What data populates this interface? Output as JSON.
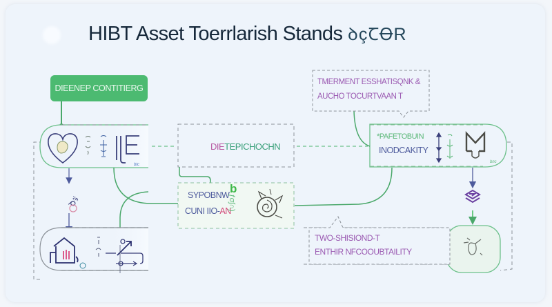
{
  "title": {
    "main": "HIBT Asset Toerrlarish Stands",
    "suffix": "ꝺçꞆꝊR"
  },
  "colors": {
    "background": "#eef4fb",
    "accent_green": "#4cba71",
    "line_green": "#4aa86a",
    "node_border_green": "#6cc08a",
    "dashed_gray": "#8c9299",
    "icon_navy": "#3a3f7a",
    "icon_purple": "#6a3fa0",
    "text_pink": "#b65aa2",
    "text_blue": "#4d5a9c"
  },
  "nodes": {
    "header_label": {
      "text": "DIEENEP CONTITIERG",
      "icon": "none"
    },
    "node_top_left": {
      "icons": [
        "heart-icon",
        "tuning-glyph-icon",
        "equation-glyph-icon",
        "letter-e-bracket-icon"
      ],
      "caption": "btc"
    },
    "node_center_top": {
      "text_a": "DIE",
      "text_b": "TEPICHOCHN"
    },
    "node_center_bottom": {
      "line1": "SYPOBNW",
      "line2_a": "CUNI IIO-",
      "line2_b": "AN",
      "glyph": "b",
      "icons": [
        "vertical-script-icon",
        "spiral-rose-icon"
      ]
    },
    "node_top_right": {
      "line1": "*PAFETOBUIN",
      "line2": "INODCAKITY",
      "icons": [
        "double-arrow-icon",
        "script-glyph-icon",
        "m-shield-icon"
      ],
      "caption": "bnc"
    },
    "node_bottom_left": {
      "icons": [
        "house-icon",
        "alert-bars-icon",
        "vertical-glyph-icon",
        "trend-arrow-icon",
        "flow-arrow-icon"
      ]
    },
    "node_bottom_right": {
      "icons": [
        "bulb-icon"
      ]
    },
    "layer_stack": {
      "icon": "layer-stack-icon"
    },
    "side_glyph": {
      "text": "ꝺ𝓏"
    }
  },
  "callouts": {
    "top": {
      "line1": "TMERMENT ESSHATISQNK &",
      "line2": "AUCHO TOCURTVAAN T"
    },
    "bottom": {
      "line1": "TWO-SHISIOND-T",
      "line2": "ENTHIR NFCOOUBTAILITY"
    }
  }
}
